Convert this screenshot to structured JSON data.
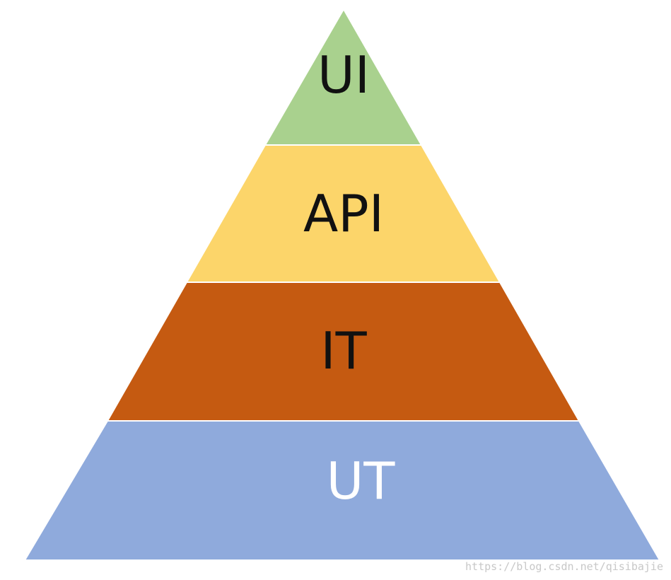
{
  "diagram": {
    "layers": [
      {
        "label": "UI",
        "fill": "#a9d18e",
        "text_color": "#111111"
      },
      {
        "label": "API",
        "fill": "#fcd56a",
        "text_color": "#111111"
      },
      {
        "label": "IT",
        "fill": "#c55a11",
        "text_color": "#111111"
      },
      {
        "label": "UT",
        "fill": "#8faadc",
        "text_color": "#ffffff"
      }
    ],
    "watermark": "https://blog.csdn.net/qisibajie"
  }
}
